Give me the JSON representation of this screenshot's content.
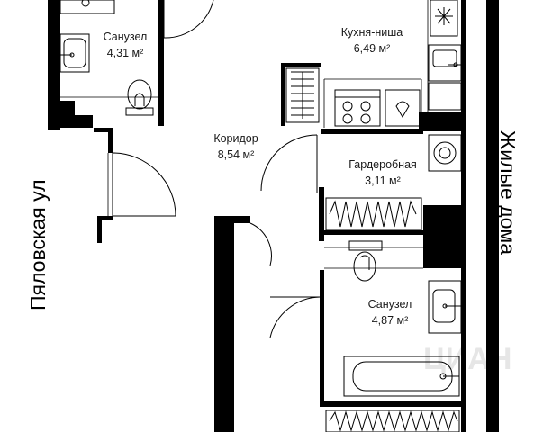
{
  "rooms": {
    "bathroom_top": {
      "name": "Санузел",
      "area": "4,31 м²"
    },
    "kitchen": {
      "name": "Кухня-ниша",
      "area": "6,49 м²"
    },
    "corridor": {
      "name": "Коридор",
      "area": "8,54 м²"
    },
    "wardrobe": {
      "name": "Гардеробная",
      "area": "3,11 м²"
    },
    "bathroom_bottom": {
      "name": "Санузел",
      "area": "4,87 м²"
    }
  },
  "streets": {
    "left": "Пяловская ул",
    "right": "Жилые дома"
  },
  "colors": {
    "wall": "#000000",
    "background": "#ffffff"
  }
}
